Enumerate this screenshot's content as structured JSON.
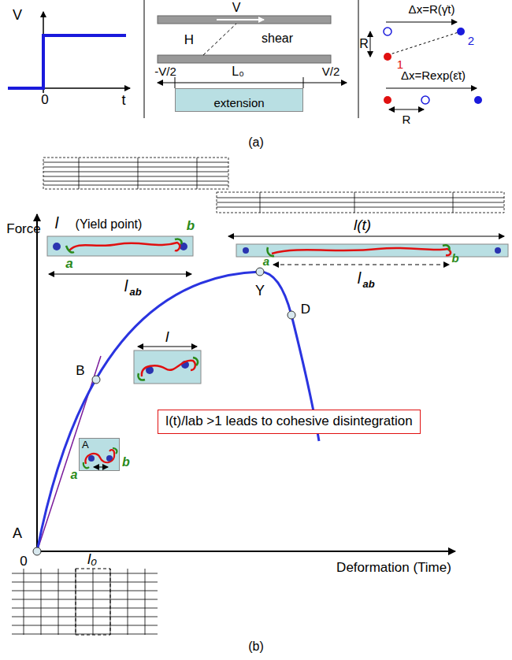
{
  "diagram": {
    "caption": "(b)",
    "nodes": [
      {
        "text": [
          "extension"
        ]
      },
      {
        "text": [
          "A"
        ]
      },
      {
        "text": [
          "l(t)/lab >1 leads to cohesive disintegration"
        ]
      }
    ],
    "edges": [],
    "labels": [
      "V",
      "0",
      "t",
      "V",
      "H",
      "shear",
      "L₀",
      "-V/2",
      "V/2",
      "Δx=R(γ̇t)",
      "R",
      "2",
      "1",
      "Δx=Rexp(ε̇t)",
      "R",
      "(a)",
      "Force",
      "l",
      "(Yield point)",
      "a",
      "b",
      "l",
      "ab",
      "Y",
      "l(t)",
      "a",
      "b",
      "l",
      "ab",
      "D",
      "B",
      "l",
      "a",
      "b",
      "A",
      "0",
      "l₀",
      "Deformation (Time)"
    ]
  }
}
